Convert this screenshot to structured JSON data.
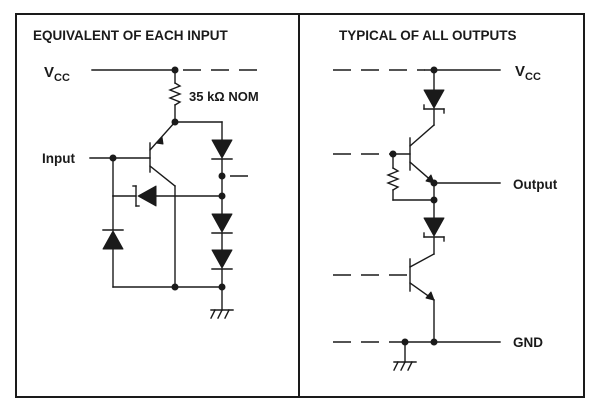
{
  "left_panel": {
    "title": "EQUIVALENT OF EACH INPUT",
    "vcc_main": "V",
    "vcc_sub": "CC",
    "resistor_value": "35 kΩ NOM",
    "input_label": "Input"
  },
  "right_panel": {
    "title": "TYPICAL OF ALL OUTPUTS",
    "vcc_main": "V",
    "vcc_sub": "CC",
    "output_label": "Output",
    "gnd_label": "GND"
  }
}
